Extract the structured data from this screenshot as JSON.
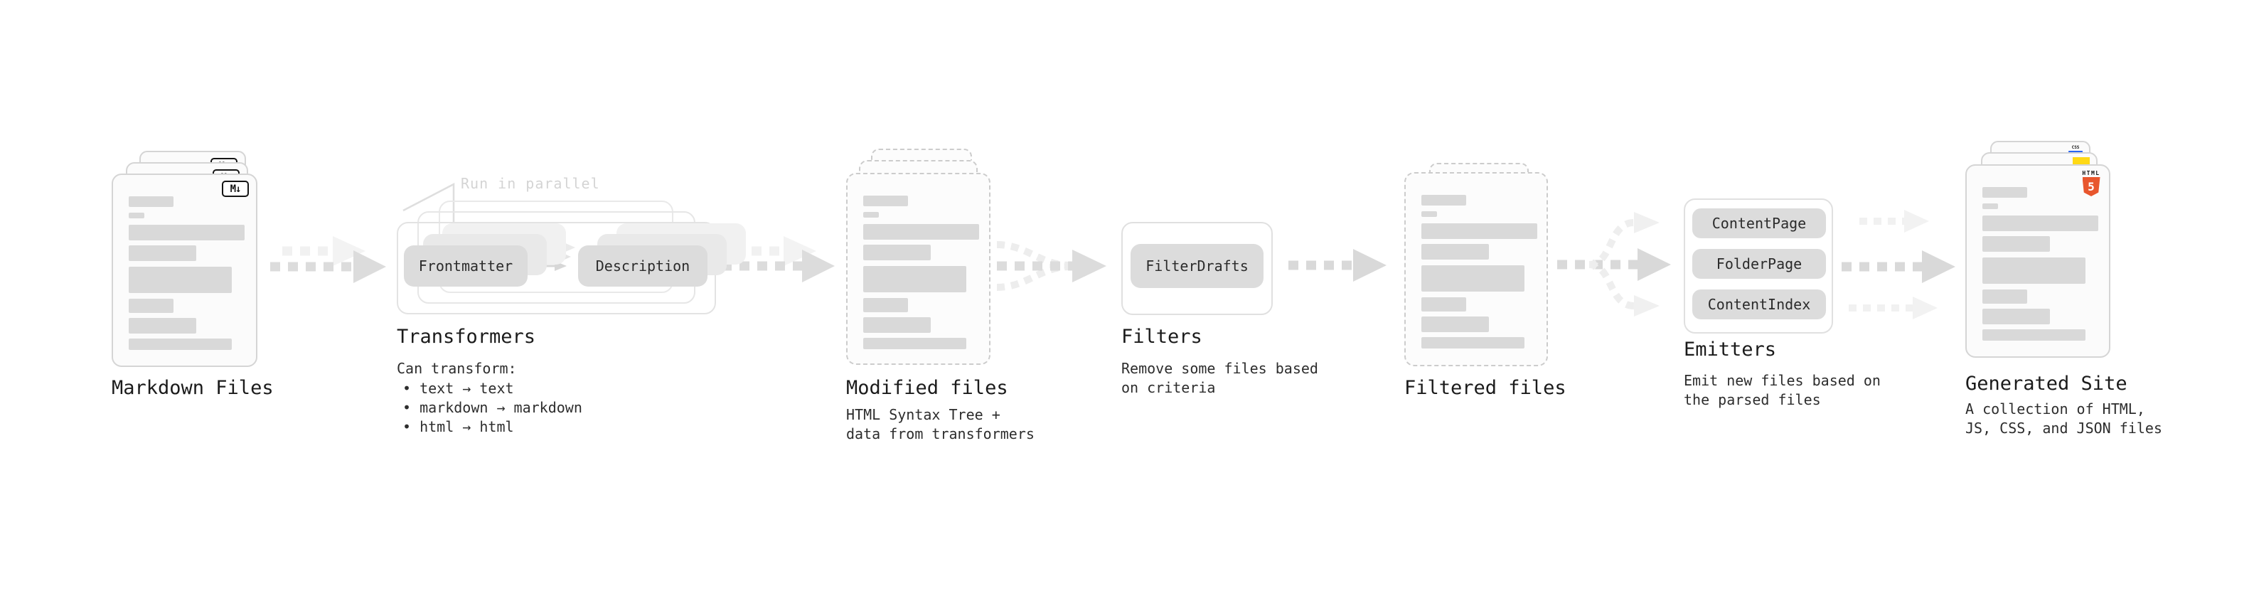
{
  "diagram": {
    "markdown_files": {
      "title": "Markdown Files",
      "file_badge": "M↓"
    },
    "transformers": {
      "note": "Run in parallel",
      "frontmatter_pill": "Frontmatter",
      "description_pill": "Description",
      "title": "Transformers",
      "caption": "Can transform:",
      "bullets": [
        "• text → text",
        "• markdown → markdown",
        "• html → html"
      ]
    },
    "modified_files": {
      "title": "Modified files",
      "caption": "HTML Syntax Tree +\ndata from transformers"
    },
    "filters": {
      "pill": "FilterDrafts",
      "title": "Filters",
      "caption": "Remove some files based\non criteria"
    },
    "filtered_files": {
      "title": "Filtered files"
    },
    "emitters": {
      "pills": [
        "ContentPage",
        "FolderPage",
        "ContentIndex"
      ],
      "title": "Emitters",
      "caption": "Emit new files based on\nthe parsed files"
    },
    "generated_site": {
      "title": "Generated Site",
      "caption": "A collection of HTML,\nJS, CSS, and JSON files",
      "html5_label": "HTML",
      "html5_number": "5",
      "css_badge": "CSS"
    },
    "colors": {
      "html5_orange": "#e8562d",
      "js_yellow": "#ffd915",
      "css_blue": "#2965f1",
      "pill_gray": "#dcdcdc",
      "arrow_gray": "#dcdcdc",
      "arrow_ghost": "#f1f1f1",
      "card_border": "#d5d5d5",
      "dashed_border": "#cccccc"
    }
  }
}
